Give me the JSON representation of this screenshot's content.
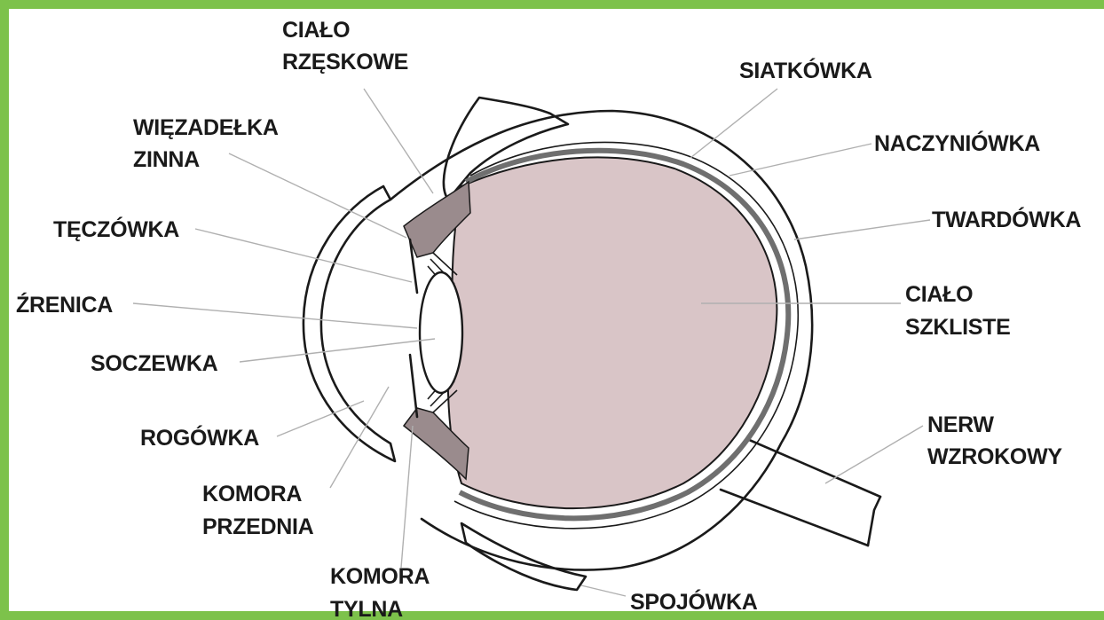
{
  "colors": {
    "frame": "#7dc24b",
    "vitreous": "#d9c5c7",
    "ciliary": "#9a8b8d",
    "choroid": "#6f6f6f",
    "outline": "#1a1a1a",
    "leader": "#b0b0b0"
  },
  "labels": {
    "cialo_rzeskowe": [
      "CIAŁO",
      "RZĘSKOWE"
    ],
    "wiezadelka_zinna": [
      "WIĘZADEŁKA",
      "ZINNA"
    ],
    "teczowka": [
      "TĘCZÓWKA"
    ],
    "zrenica": [
      "ŹRENICA"
    ],
    "soczewka": [
      "SOCZEWKA"
    ],
    "rogowka": [
      "ROGÓWKA"
    ],
    "komora_przednia": [
      "KOMORA",
      "PRZEDNIA"
    ],
    "komora_tylna": [
      "KOMORA",
      "TYLNA"
    ],
    "siatkowka": [
      "SIATKÓWKA"
    ],
    "naczyniowka": [
      "NACZYNIÓWKA"
    ],
    "twardowka": [
      "TWARDÓWKA"
    ],
    "cialo_szkliste": [
      "CIAŁO",
      "SZKLISTE"
    ],
    "nerw_wzrokowy": [
      "NERW",
      "WZROKOWY"
    ],
    "spojowka": [
      "SPOJÓWKA"
    ]
  }
}
